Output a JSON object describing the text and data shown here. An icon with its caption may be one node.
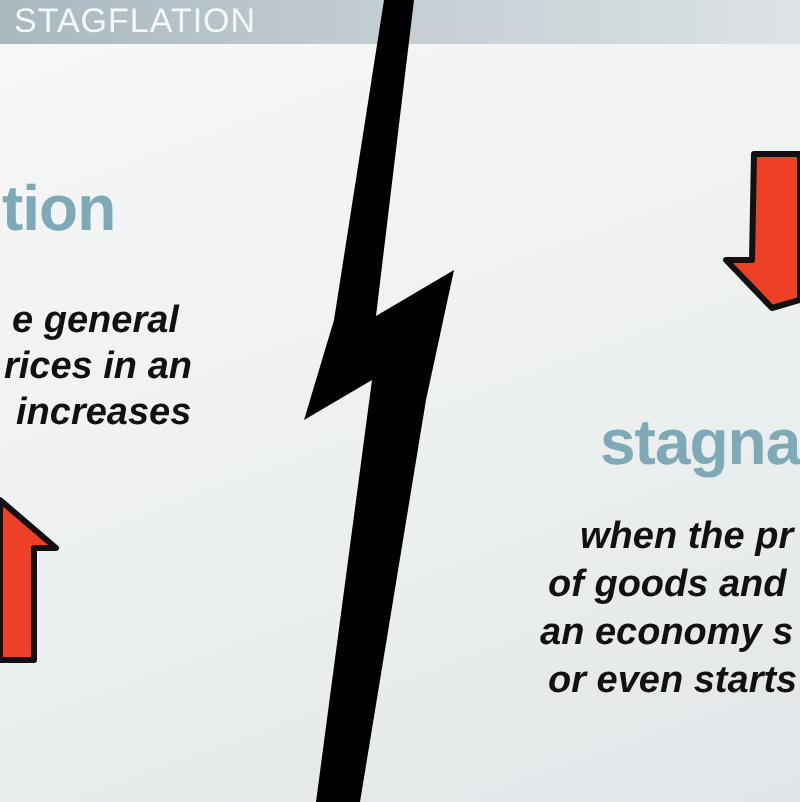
{
  "diagram": {
    "title": "STAGFLATION",
    "labels": [
      "tion",
      "e general",
      "rices in an",
      "increases",
      "stagna",
      "when the pr",
      "of goods and",
      "an economy s",
      "or even starts"
    ]
  }
}
